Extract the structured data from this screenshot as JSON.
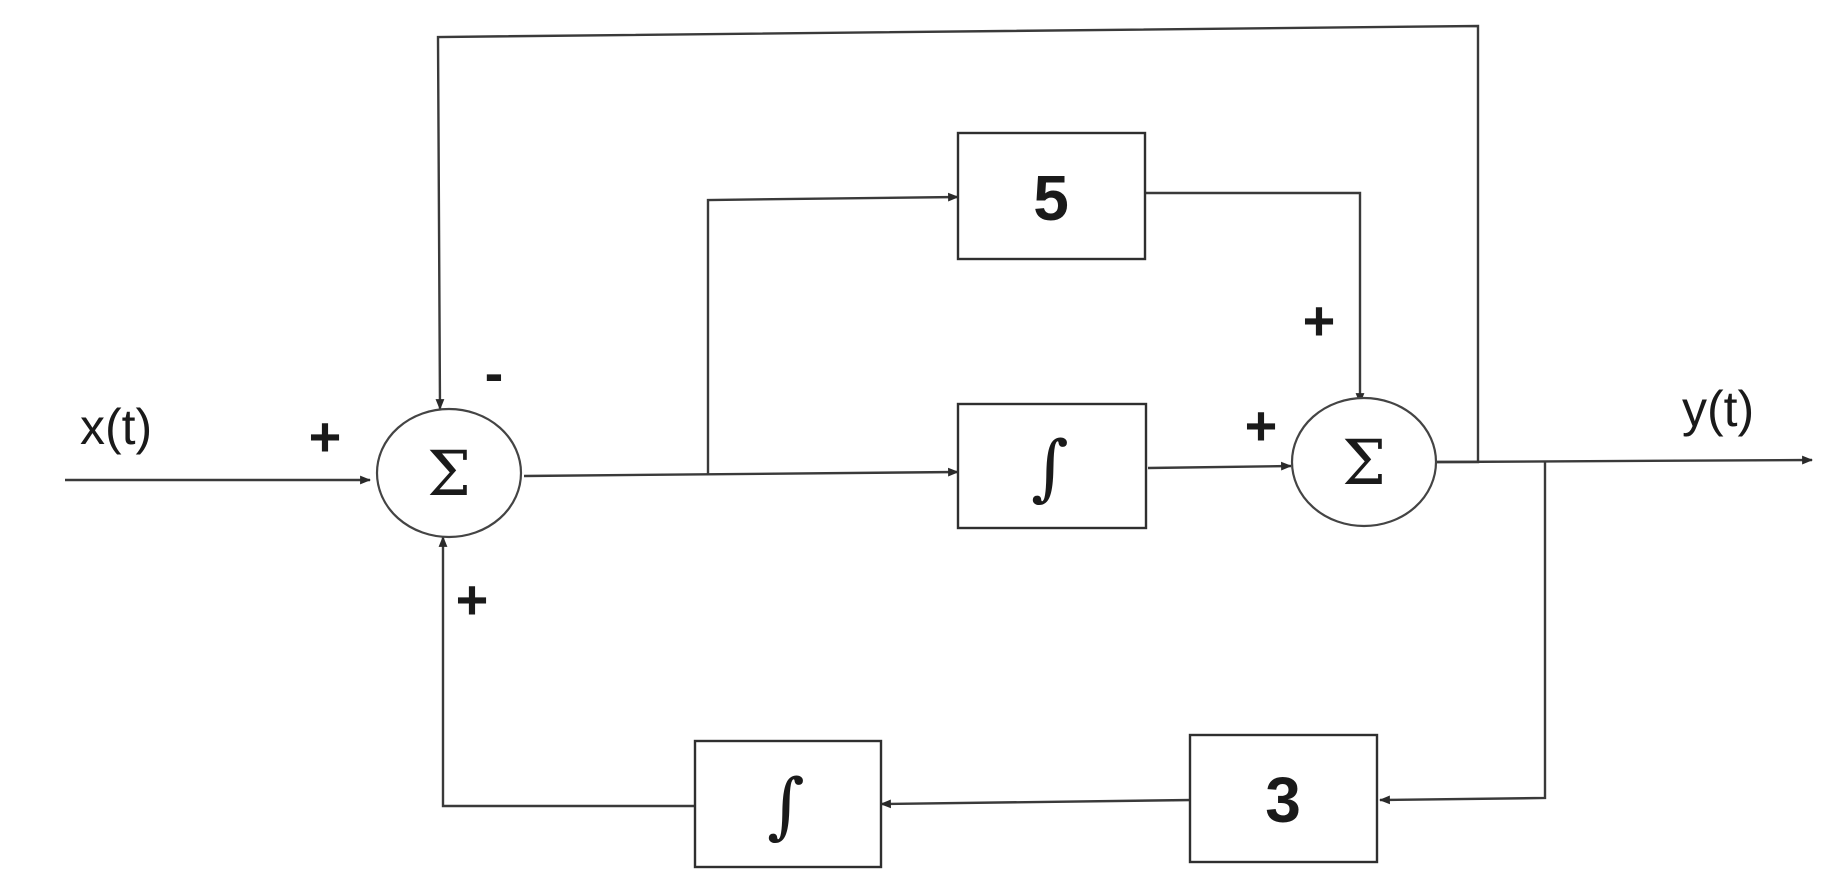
{
  "signals": {
    "input": "x(t)",
    "output": "y(t)"
  },
  "blocks": {
    "gain_top": "5",
    "integrator_mid": "∫",
    "gain_bottom": "3",
    "integrator_bottom": "∫"
  },
  "summers": {
    "left": {
      "symbol": "Σ",
      "sign_input": "+",
      "sign_top": "-",
      "sign_bottom": "+"
    },
    "right": {
      "symbol": "Σ",
      "sign_left": "+",
      "sign_top": "+"
    }
  }
}
